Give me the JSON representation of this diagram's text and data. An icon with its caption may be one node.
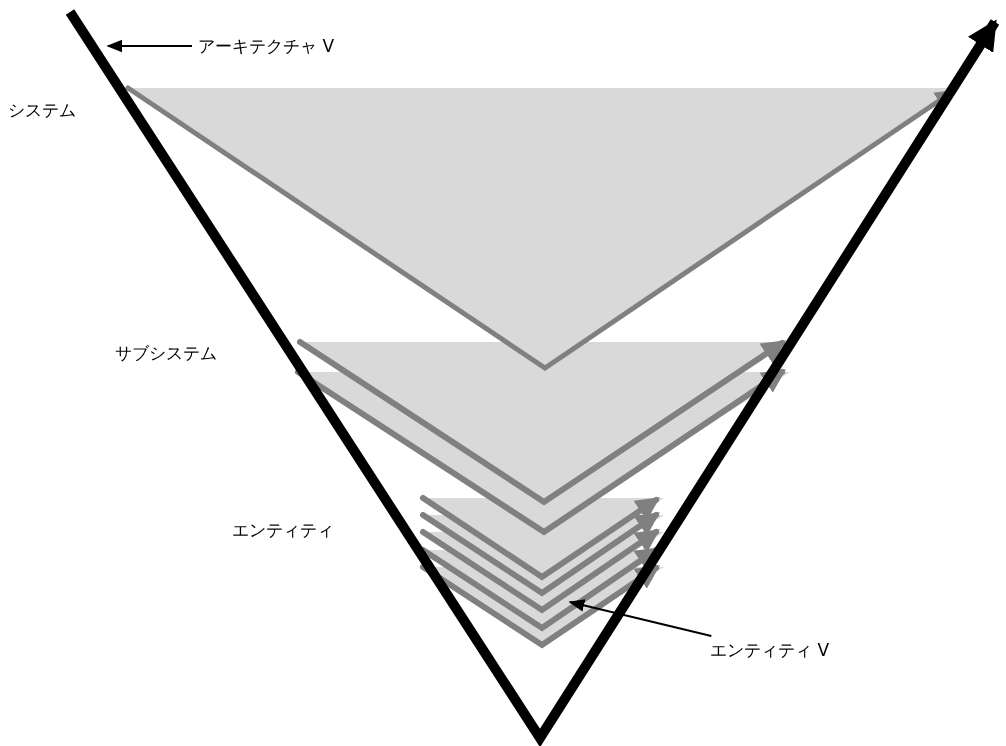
{
  "diagram": {
    "nodes": [
      {
        "text": [
          "アーキテクチャ V"
        ]
      },
      {
        "text": [
          "エンティティ V"
        ]
      }
    ],
    "edges": [
      {
        "from": 0,
        "to": null,
        "arrow": "to"
      },
      {
        "from": 1,
        "to": null,
        "arrow": "to"
      }
    ],
    "labels": [
      "システム",
      "サブシステム",
      "エンティティ"
    ]
  }
}
